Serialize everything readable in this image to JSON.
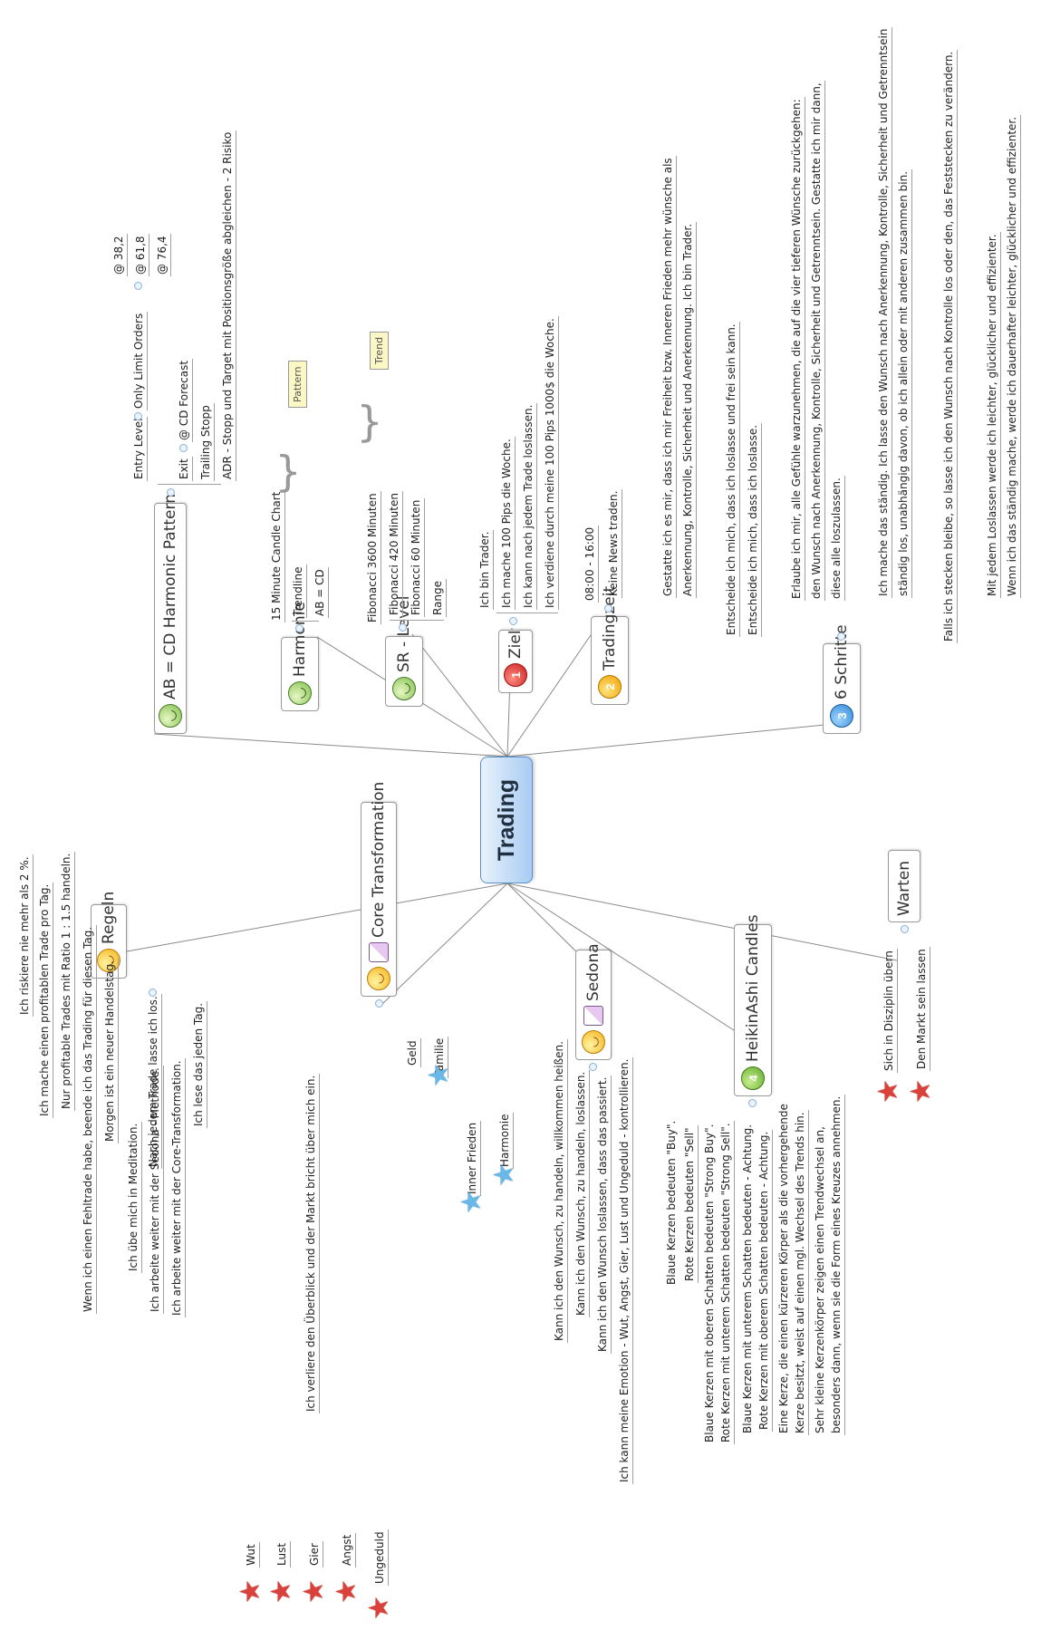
{
  "central": "Trading",
  "right": {
    "ab": {
      "title": "AB = CD Harmonic Pattern",
      "entry_level": "Entry Level",
      "only_limit": "Only Limit Orders",
      "fib_382": "@ 38,2",
      "fib_618": "@ 61,8",
      "fib_764": "@ 76,4",
      "exit": "Exit",
      "cd_forecast": "@ CD Forecast",
      "trailing": "Trailing Stopp",
      "adr": "ADR - Stopp und Target mit Positionsgröße abgleichen - 2 Risiko"
    },
    "harmonie": {
      "title": "Harmonie",
      "chart": "15 Minute Candle Chart",
      "trendline": "Trendline",
      "abcd": "AB = CD",
      "tag": "Pattern"
    },
    "sr": {
      "title": "SR - Level",
      "fib3600": "Fibonacci 3600 Minuten",
      "fib420": "Fibonacci 420 Minuten",
      "fib60": "Fibonacci 60 Minuten",
      "range": "Range",
      "tag": "Trend"
    },
    "ziel": {
      "title": "Ziel",
      "num": "1",
      "items": [
        "Ich bin Trader.",
        "Ich mache 100 Pips die Woche.",
        "Ich kann nach jedem Trade loslassen.",
        "Ich verdiene durch meine 100 Pips 1000$ die Woche."
      ]
    },
    "tradingzeit": {
      "title": "Tradingzeit",
      "num": "2",
      "time": "08:00 - 16:00",
      "news": "Keine News traden."
    },
    "schritte": {
      "title": "6 Schritte",
      "num": "3",
      "s1a": "Gestatte ich es mir, dass ich mir Freiheit bzw. Inneren Frieden mehr wünsche als",
      "s1b": "Anerkennung, Kontrolle, Sicherheit und Anerkennung. Ich bin Trader.",
      "s2": "Entscheide ich mich, dass ich loslasse und frei sein kann.",
      "s3": "Entscheide ich mich, dass ich loslasse.",
      "s4a": "Erlaube ich mir, alle Gefühle warzunehmen, die auf die vier tieferen Wünsche zurückgehen:",
      "s4b": "den Wunsch nach Anerkennung, Kontrolle, Sicherheit und Getrenntsein. Gestatte ich mir dann,",
      "s4c": "diese alle loszulassen.",
      "s5a": "Ich mache das ständig. Ich lasse den Wunsch nach Anerkennung, Kontrolle, Sicherheit und Getrenntsein",
      "s5b": "ständig los, unabhängig davon, ob ich allein oder mit anderen zusammen bin.",
      "s6": "Falls ich stecken bleibe, so lasse ich den Wunsch nach Kontrolle los oder den, das Feststecken zu verändern.",
      "s7": "Mit jedem Loslassen werde ich leichter, glücklicher und effizienter.",
      "s8": "Wenn ich das ständig mache, werde ich dauerhafter leichter, glücklicher und effizienter."
    }
  },
  "left": {
    "regeln": {
      "title": "Regeln",
      "r1": "Ich riskiere nie mehr als 2 %.",
      "r2": "Ich mache einen profitablen Trade pro Tag.",
      "r3": "Nur profitable Trades mit Ratio 1 : 1.5 handeln.",
      "r4": "Wenn ich einen Fehltrade habe, beende ich das Trading für diesen Tag.",
      "r5": "Morgen ist ein neuer Handelstag.",
      "r6": "Nach jedem Trade lasse ich los.",
      "r7": "Ich übe mich in Meditation.",
      "r8": "Ich arbeite weiter mit der Sedona - Methode.",
      "r9": "Ich arbeite weiter mit der Core-Transformation.",
      "r10": "Ich lese das jeden Tag."
    },
    "core": {
      "title": "Core Transformation",
      "lose": "Ich verliere den Überblick und der Markt bricht über mich ein.",
      "emotions": [
        "Wut",
        "Lust",
        "Gier",
        "Angst",
        "Ungeduld"
      ],
      "geld": "Geld",
      "familie": "Familie",
      "frieden": "Inner Frieden",
      "harmonie": "Harmonie"
    },
    "sedona": {
      "title": "Sedona",
      "i1": "Kann ich den Wunsch, zu handeln, willkommen heißen.",
      "i2": "Kann ich den Wunsch, zu handeln, loslassen.",
      "i3": "Kann ich den Wunsch loslassen, dass das passiert.",
      "i4": "Ich kann meine Emotion - Wut, Angst, Gier, Lust und Ungeduld - kontrollieren."
    },
    "heikin": {
      "title": "HeikinAshi Candles",
      "num": "4",
      "h1a": "Blaue Kerzen bedeuten \"Buy\".",
      "h1b": "Rote Kerzen bedeuten \"Sell\"",
      "h2a": "Blaue Kerzen mit oberen Schatten bedeuten \"Strong Buy\".",
      "h2b": "Rote Kerzen mit unterem Schatten bedeuten \"Strong Sell\".",
      "h3a": "Blaue Kerzen mit unterem Schatten bedeuten - Achtung.",
      "h3b": "Rote Kerzen mit oberem Schatten bedeuten - Achtung.",
      "h4a": "Eine Kerze, die einen kürzeren Körper als die vorhergehende",
      "h4b": "Kerze besitzt, weist auf einen mgl. Wechsel des Trends hin.",
      "h5a": "Sehr kleine Kerzenkörper zeigen einen Trendwechsel an,",
      "h5b": "besonders dann, wenn sie die Form eines Kreuzes annehmen."
    },
    "warten": {
      "title": "Warten",
      "w1": "Sich in Disziplin übern",
      "w2": "Den Markt sein lassen"
    }
  }
}
